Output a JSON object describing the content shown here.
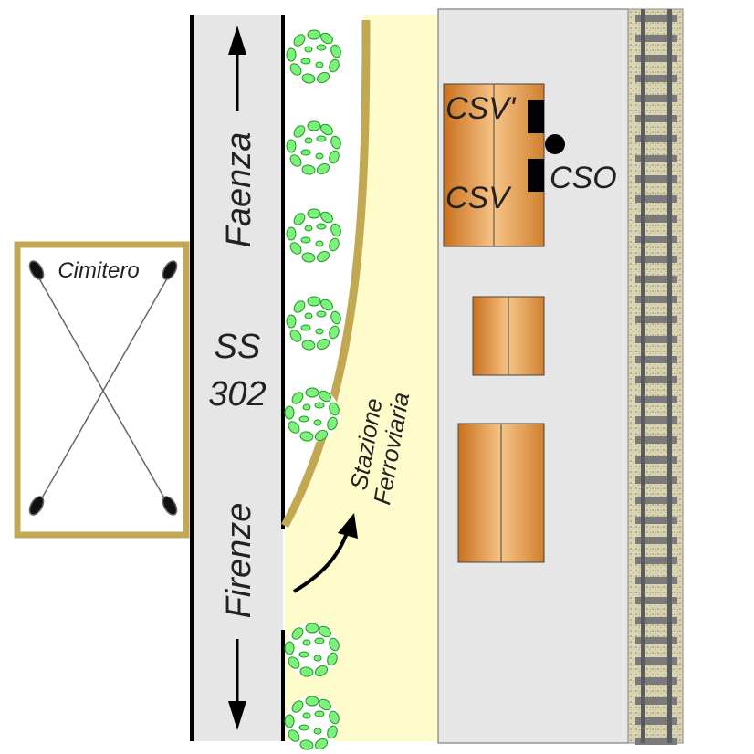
{
  "labels": {
    "cimitero": "Cimitero",
    "road_name_line1": "SS",
    "road_name_line2": "302",
    "direction_north": "Faenza",
    "direction_south": "Firenze",
    "station_line1": "Stazione",
    "station_line2": "Ferroviaria",
    "csv_prime": "CSV'",
    "csv": "CSV",
    "cso": "CSO"
  },
  "colors": {
    "road": "#e6e6e6",
    "driveway": "#fffccc",
    "station_area": "#e6e6e6",
    "border_gold": "#c2a852",
    "building_dark": "#cf7a26",
    "building_light": "#f6c487",
    "tree_fill": "#7ef07e",
    "tree_dark": "#1f9a1f",
    "track_ballast": "#d8d3b2",
    "rail": "#6a6a6a",
    "sleeper": "#7a7a7a",
    "marker": "#000000"
  },
  "icons": {
    "tree": "tree-icon",
    "cross": "cemetery-cross-icon",
    "arrow": "direction-arrow-icon",
    "rail": "railway-track-icon"
  }
}
